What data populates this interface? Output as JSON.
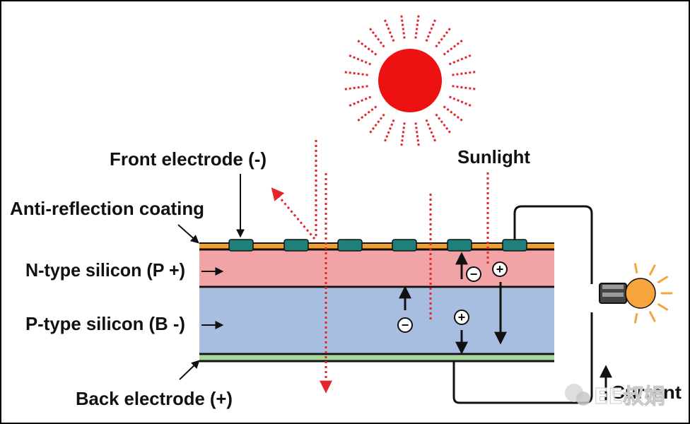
{
  "labels": {
    "front_electrode": "Front electrode (-)",
    "anti_reflection": "Anti-reflection coating",
    "n_type": "N-type silicon (P +)",
    "p_type": "P-type silicon (B -)",
    "back_electrode": "Back electrode (+)",
    "sunlight": "Sunlight",
    "current": "Current"
  },
  "watermark": {
    "text": "EE叔娟"
  },
  "charges": {
    "minus": "−",
    "plus": "+"
  },
  "colors": {
    "sun": "#ee1111",
    "sun_rays": "#e4262c",
    "light_paths": "#e4262c",
    "anti_reflection_layer": "#f0a030",
    "n_type_layer": "#f2a3a5",
    "p_type_layer": "#a8bee0",
    "back_electrode_layer": "#a6d89a",
    "electrode_pads": "#1e8078",
    "bulb": "#f6a43c",
    "wire": "#111111"
  }
}
